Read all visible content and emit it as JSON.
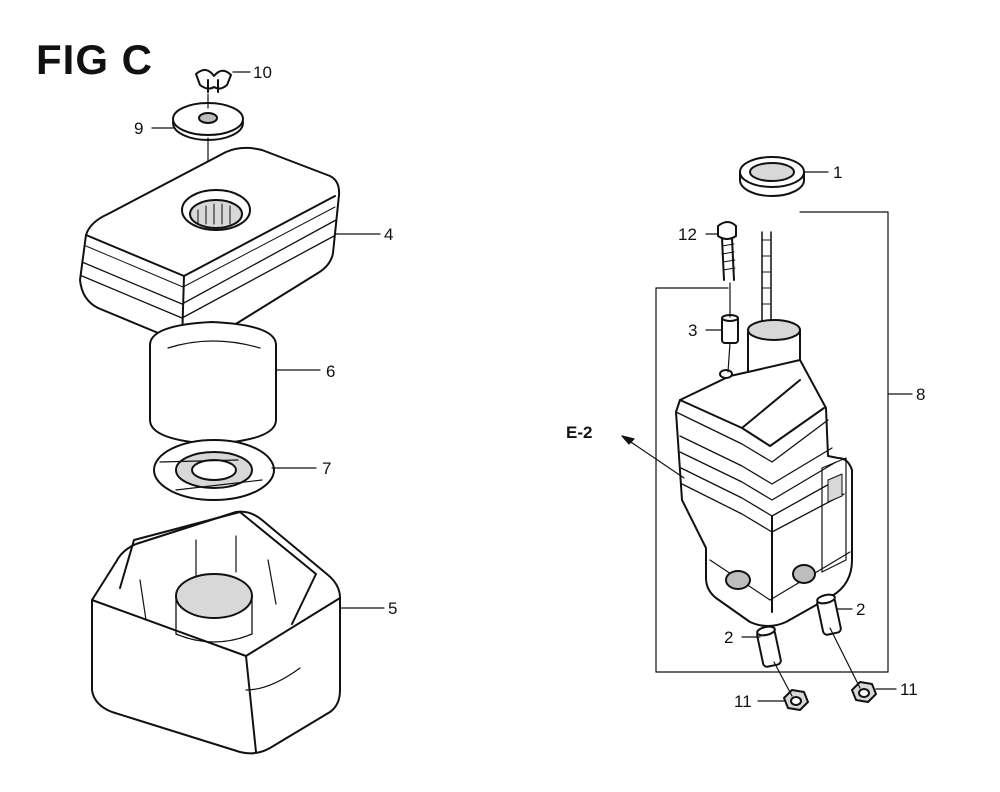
{
  "figure": {
    "title": "FIG C"
  },
  "colors": {
    "ink": "#111111",
    "paper": "#ffffff",
    "shade": "#d8d8d8",
    "mid": "#bdbdbd"
  },
  "left_assembly": {
    "callouts": {
      "p10": "10",
      "p9": "9",
      "p4": "4",
      "p6": "6",
      "p7": "7",
      "p5": "5"
    }
  },
  "right_assembly": {
    "callouts": {
      "p1": "1",
      "p12": "12",
      "p3": "3",
      "p8": "8",
      "p2a": "2",
      "p2b": "2",
      "p11a": "11",
      "p11b": "11"
    },
    "reference": "E-2"
  }
}
